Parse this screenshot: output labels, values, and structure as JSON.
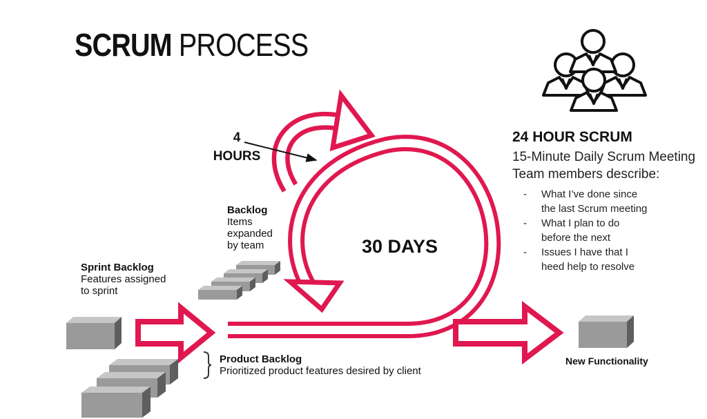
{
  "title": {
    "bold": "SCRUM",
    "light": "PROCESS"
  },
  "hours_label": {
    "line1": "4",
    "line2": "HOURS"
  },
  "cycle_label": "30 DAYS",
  "backlog": {
    "title": "Backlog",
    "lines": [
      "Items",
      "expanded",
      "by team"
    ]
  },
  "sprint_backlog": {
    "title": "Sprint Backlog",
    "lines": [
      "Features assigned",
      "to sprint"
    ]
  },
  "product_backlog": {
    "title": "Product Backlog",
    "description": "Prioritized product features desired by client"
  },
  "new_functionality": "New Functionality",
  "daily_scrum": {
    "heading": "24 HOUR SCRUM",
    "subheading": "15-Minute Daily Scrum Meeting",
    "intro": "Team members describe:",
    "items": [
      {
        "line1": "What I’ve done since",
        "line2": "the last Scrum meeting"
      },
      {
        "line1": "What I plan to do",
        "line2": "before the next"
      },
      {
        "line1": "Issues I have that I",
        "line2": "heed help to resolve"
      }
    ]
  },
  "colors": {
    "accent": "#e0184f",
    "box_front": "#9a9a9a",
    "box_top": "#c6c6c6",
    "box_side": "#5e5e5e",
    "text": "#111111"
  },
  "icons": [
    "team-icon",
    "arrow-icon",
    "bracket-icon",
    "box-icon"
  ]
}
